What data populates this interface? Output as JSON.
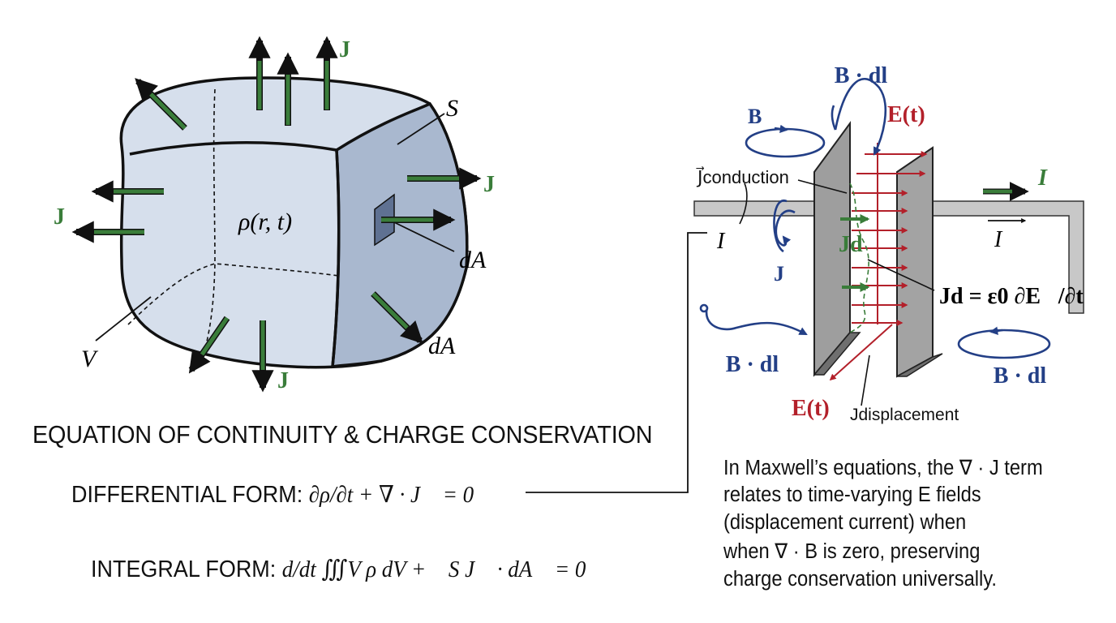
{
  "title": "EQUATION OF CONTINUITY & CHARGE CONSERVATION",
  "forms": {
    "differential_label": "DIFFERENTIAL FORM:",
    "differential_eq": "∂ρ/∂t + ∇ · J⃗ = 0",
    "integral_label": "INTEGRAL FORM:",
    "integral_eq": "d/dt ∭V ρ dV + ∯S J⃗ · dA⃗ = 0"
  },
  "left_diagram": {
    "density": "ρ(r, t)",
    "surface": "S",
    "volume": "V",
    "area_element": "dA⃗",
    "current_density": "J⃗"
  },
  "right_diagram": {
    "b_field": "B⃗",
    "line_integral": "∮ B · dl⃗",
    "e_field": "E(t)",
    "j_conduction": "J⃗conduction",
    "current": "I",
    "j": "J",
    "j_d": "Jd",
    "j_d_equation": "Jd = ε0 ∂E⃗/∂t",
    "j_displacement": "Jdisplacement",
    "current_arrow": "I"
  },
  "note_lines": [
    "In Maxwell’s equations, the ∇ · J term",
    "relates to time-varying E fields",
    "(displacement current) when",
    "when ∇ · B is zero, preserving",
    "charge conservation universally."
  ],
  "colors": {
    "green": "#3a7d3a",
    "blue": "#233f86",
    "red": "#b3202a",
    "volume_fill": "#d6dfec",
    "plate_fill": "#9e9e9e"
  }
}
